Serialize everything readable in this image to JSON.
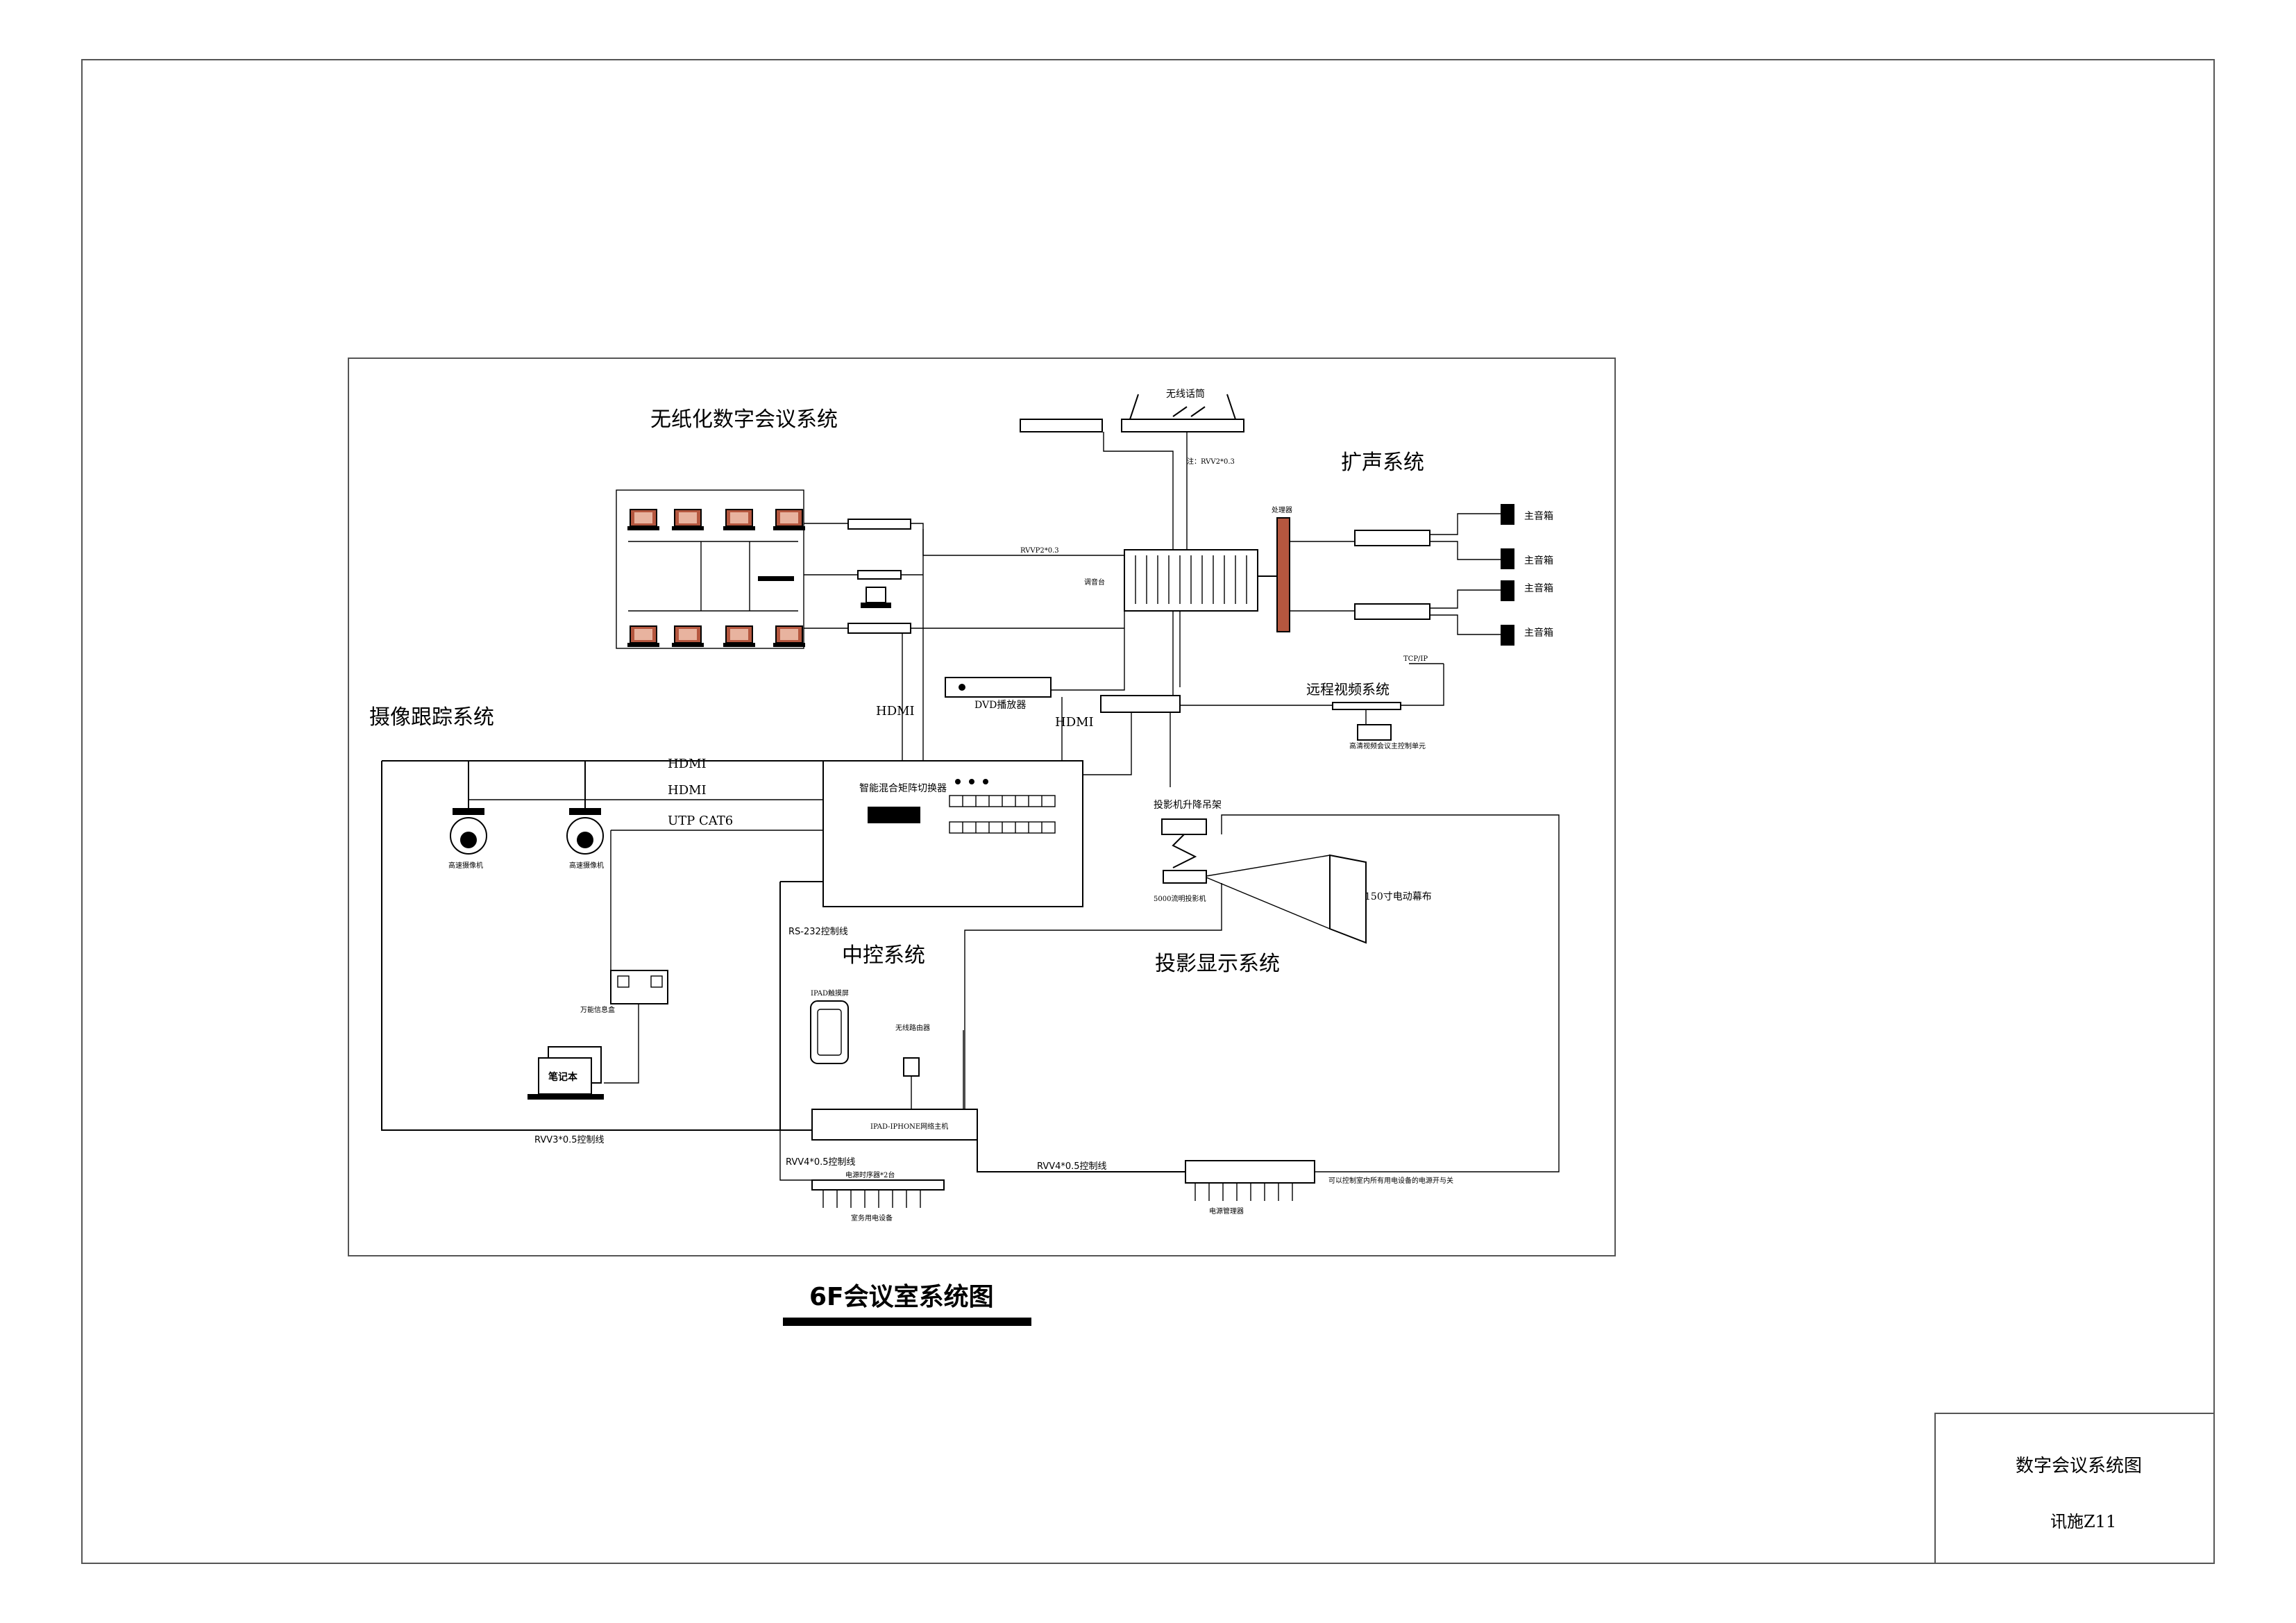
{
  "sections": {
    "paperless": "无纸化数字会议系统",
    "pa": "扩声系统",
    "camera": "摄像跟踪系统",
    "central": "中控系统",
    "projection": "投影显示系统",
    "video_conf": "远程视频系统"
  },
  "devices": {
    "wireless_mic": "无线话筒",
    "speaker_label": "主音箱",
    "matrix": "智能混合矩阵切换器",
    "dvd": "DVD播放器",
    "hd_camera": "高速摄像机",
    "info_box": "万能信息盒",
    "notebook": "笔记本",
    "ipad_panel": "IPAD触摸屏",
    "wireless_router": "无线路由器",
    "host": "IPAD-IPHONE网络主机",
    "power_seq": "电源时序器*2台",
    "room_power": "室务用电设备",
    "power_mgr": "电源管理器",
    "lift": "投影机升降吊架",
    "projector": "5000流明投影机",
    "screen": "150寸电动幕布",
    "hd_video_host": "高清视频会议主控制单元",
    "processor": "处理器",
    "mixer": "调音台",
    "mixer_note": "注：RVV2*0.3"
  },
  "cables": {
    "hdmi1": "HDMI",
    "hdmi2": "HDMI",
    "utp": "UTP CAT6",
    "hdmi_v1": "HDMI",
    "hdmi_v2": "HDMI",
    "rs232": "RS-232控制线",
    "rvv3": "RVV3*0.5控制线",
    "rvv4a": "RVV4*0.5控制线",
    "rvv4b": "RVV4*0.5控制线",
    "rvvp": "RVVP2*0.3",
    "ip": "TCP/IP",
    "power_note": "可以控制室内所有用电设备的电源开与关"
  },
  "drawing_title": "6F会议室系统图",
  "title_block": {
    "name": "数字会议系统图",
    "code": "讯施Z11"
  }
}
